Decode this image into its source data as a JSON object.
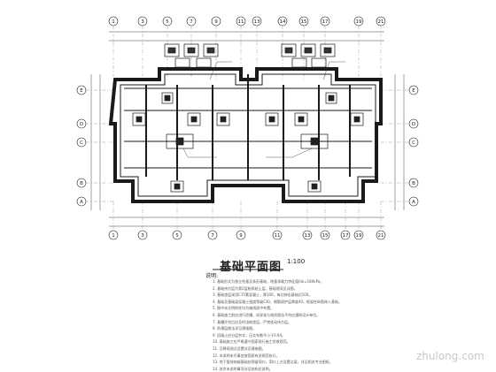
{
  "title": "基础平面图",
  "scale": "1:100",
  "notes_heading": "说明:",
  "notes": [
    "1. 基础形式为独立柱基及条形基础，地基承载力特征值fak=180kPa。",
    "2. 基础持力层为第2层粉质粘土层，基础埋深见详图。",
    "3. 基础垫层采用C15素混凝土，厚100，每边伸出基础边100。",
    "4. 基础及基础梁混凝土强度等级C30，钢筋保护层厚度40，框架柱纵筋伸入基础。",
    "5. 图中未注明的柱均为轴线居中布置。",
    "6. 基础施工前应进行验槽，如发现与地质报告不符应通知设计单位。",
    "7. 基槽开挖后应及时浇筑垫层，严禁扰动持力层。",
    "8. 防潮层做法详见建施图。",
    "9. 回填土应分层夯实，压实系数不小于0.94。",
    "10. 基础施工应严格遵守国家现行施工验收规范。",
    "11. 沉降观测点设置详见建施图。",
    "12. 本说明未尽事宜按国家有关规范执行。",
    "13. 地下管线穿越基础处预留洞口，洞口上方设置过梁，详见相关专业图纸。",
    "14. 其余未说明事项详见结构总说明。"
  ],
  "axes_top": [
    "1",
    "3",
    "5",
    "7",
    "9",
    "11",
    "13",
    "14",
    "15",
    "17",
    "19",
    "21"
  ],
  "axes_bottom": [
    "1",
    "3",
    "5",
    "7",
    "9",
    "11",
    "13",
    "15",
    "17",
    "19",
    "21"
  ],
  "axes_left": [
    "E",
    "D",
    "C",
    "B",
    "A"
  ],
  "axes_right": [
    "E",
    "D",
    "C",
    "B",
    "A"
  ],
  "watermark": "zhulong.com",
  "colors": {
    "line": "#1a1a1a",
    "hatch": "#555555",
    "grid": "#777777",
    "bg": "#ffffff"
  }
}
